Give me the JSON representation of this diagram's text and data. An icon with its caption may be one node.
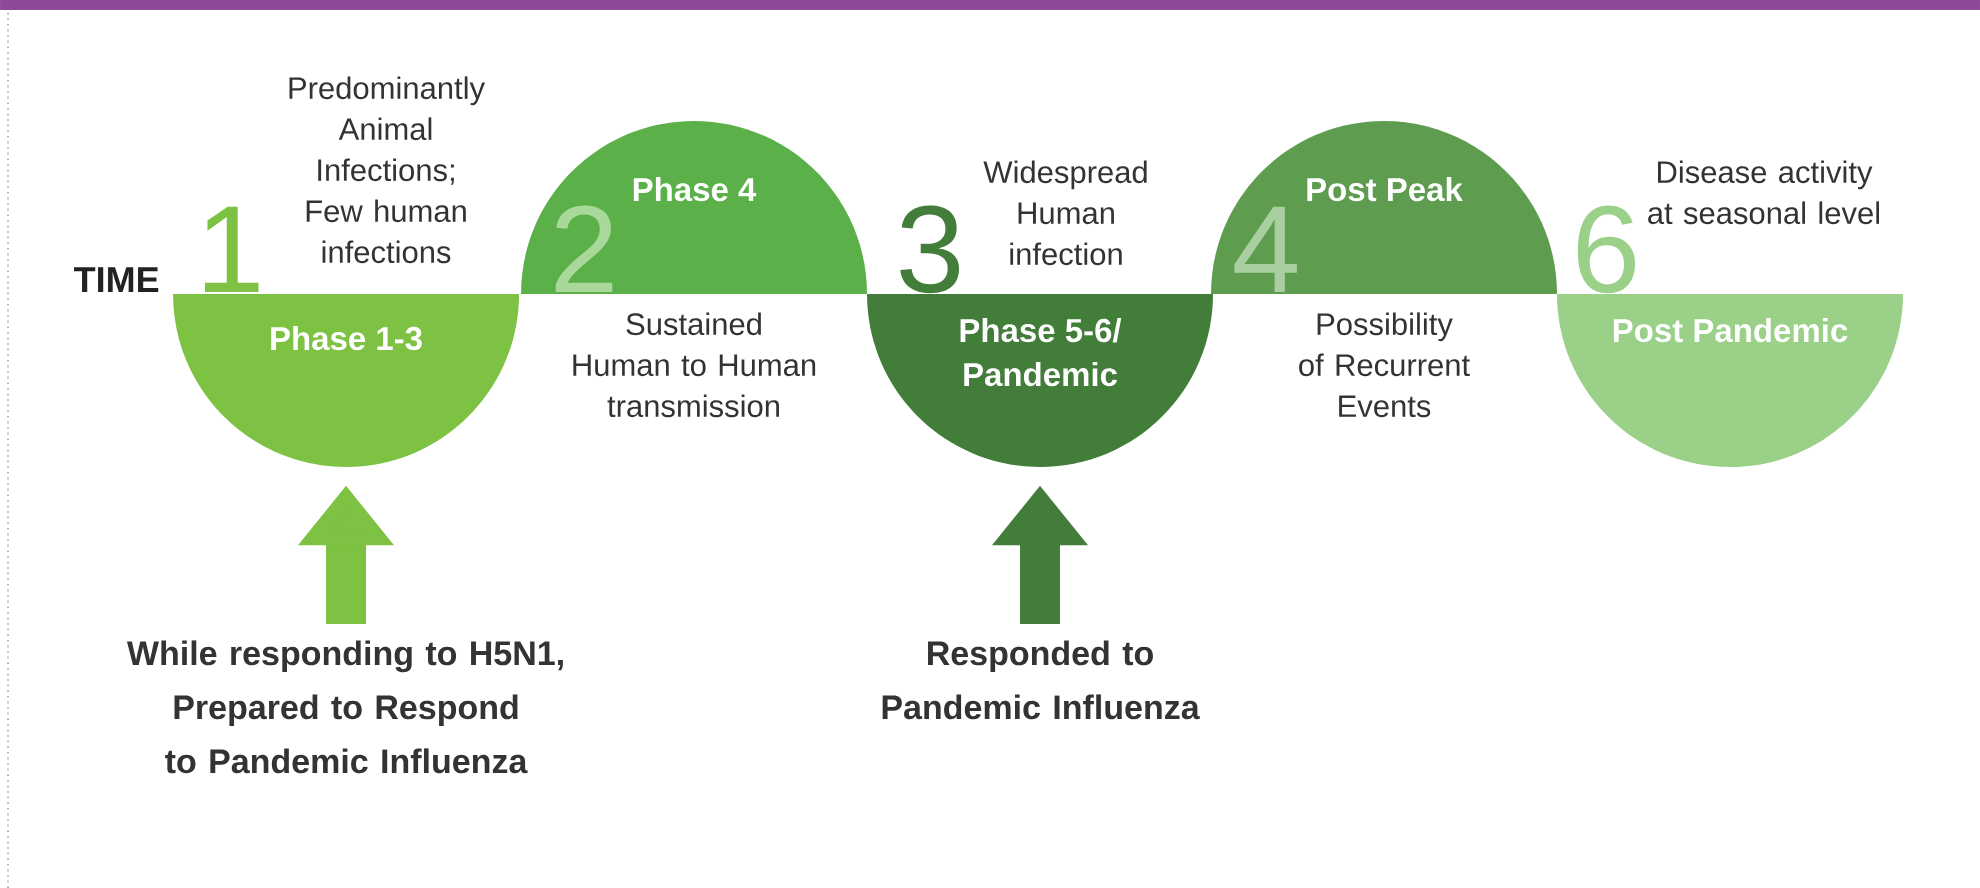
{
  "diagram": {
    "nodes": [
      {
        "text": [
          "Phase 1-3"
        ],
        "beside": [
          "1",
          "Predominantly Animal Infections; Few human infections"
        ]
      },
      {
        "text": [
          "2",
          "Phase 4"
        ],
        "beside": [
          "Sustained Human to Human transmission"
        ]
      },
      {
        "text": [
          "Phase 5-6/ Pandemic"
        ],
        "beside": [
          "3",
          "Widespread Human infection"
        ]
      },
      {
        "text": [
          "4",
          "Post Peak"
        ],
        "beside": [
          "Possibility of Recurrent Events"
        ]
      },
      {
        "text": [
          "Post Pandemic"
        ],
        "beside": [
          "6",
          "Disease activity at seasonal level"
        ]
      },
      {
        "text": [
          "While responding to H5N1, Prepared to Respond to Pandemic Influenza"
        ]
      },
      {
        "text": [
          "Responded to Pandemic Influenza"
        ]
      }
    ],
    "edges": [
      {
        "from": 5,
        "to": 0,
        "arrow": "to"
      },
      {
        "from": 6,
        "to": 2,
        "arrow": "to"
      }
    ],
    "labels": [
      "TIME"
    ]
  }
}
